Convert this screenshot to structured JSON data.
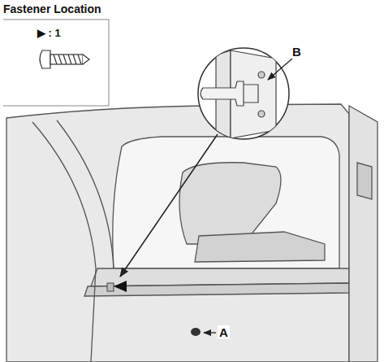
{
  "diagram": {
    "nodes": [
      {
        "text": [
          "Fastener Location",
          "▶ : 1"
        ]
      }
    ],
    "labels": [
      "B",
      "A"
    ]
  }
}
